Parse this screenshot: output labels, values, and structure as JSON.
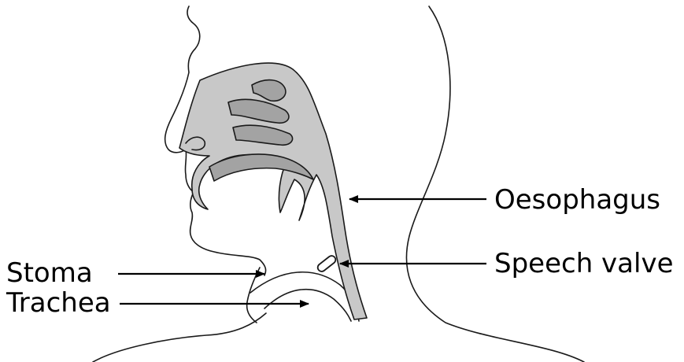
{
  "labels": {
    "oesophagus": "Oesophagus",
    "speech_valve": "Speech valve",
    "stoma": "Stoma",
    "trachea": "Trachea"
  },
  "colors": {
    "cavity_fill": "#c8c8c8",
    "cavity_dark": "#a3a3a3",
    "line": "#1a1a1a",
    "background": "#ffffff"
  }
}
